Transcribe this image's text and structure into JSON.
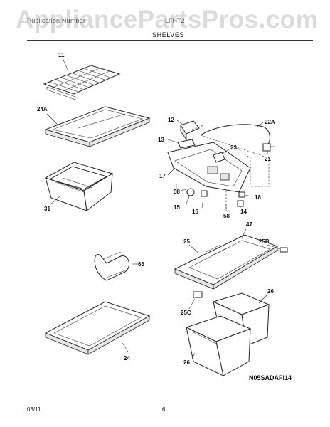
{
  "header": {
    "left_text": "Publication Number",
    "right_text": "LFHT2",
    "watermark": "AppliancePartsPros.com",
    "section_title": "SHELVES"
  },
  "parts": [
    {
      "id": "11"
    },
    {
      "id": "24A"
    },
    {
      "id": "31"
    },
    {
      "id": "12"
    },
    {
      "id": "13"
    },
    {
      "id": "17"
    },
    {
      "id": "22A"
    },
    {
      "id": "23"
    },
    {
      "id": "21"
    },
    {
      "id": "58"
    },
    {
      "id": "15"
    },
    {
      "id": "16"
    },
    {
      "id": "58"
    },
    {
      "id": "14"
    },
    {
      "id": "18"
    },
    {
      "id": "47"
    },
    {
      "id": "25"
    },
    {
      "id": "25B"
    },
    {
      "id": "66"
    },
    {
      "id": "26"
    },
    {
      "id": "25C"
    },
    {
      "id": "26"
    },
    {
      "id": "24"
    }
  ],
  "diagram_code": "N05SADAFI14",
  "footer": {
    "date": "03/11",
    "page": "6"
  }
}
